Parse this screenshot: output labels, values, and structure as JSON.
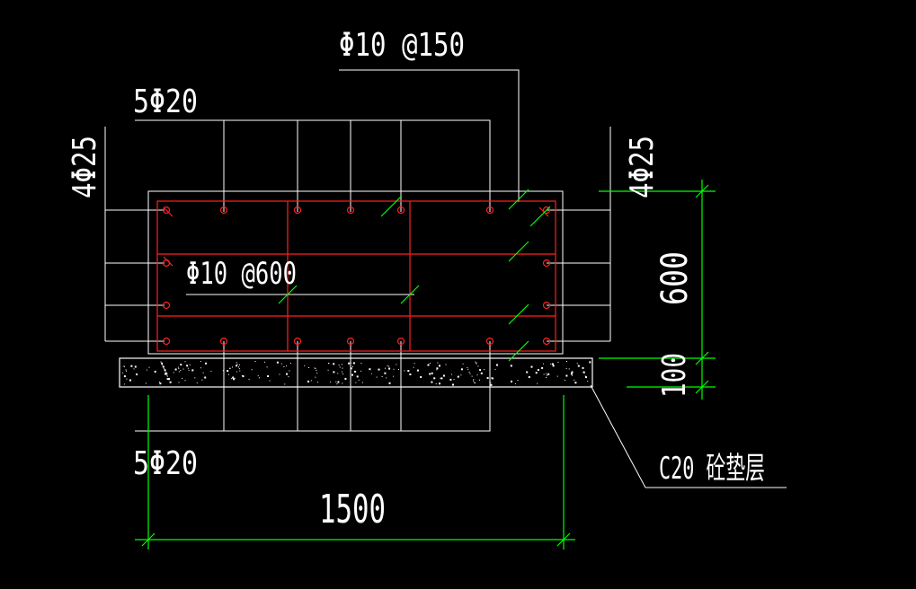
{
  "annotations": {
    "stirrup_top": "Φ10 @150",
    "top_bars": "5Φ20",
    "left_side_bars": "4Φ25",
    "right_side_bars": "4Φ25",
    "tie_bar": "Φ10 @600",
    "bottom_bars": "5Φ20",
    "dim_height": "600",
    "dim_cushion": "100",
    "dim_width": "1500",
    "cushion_label": "C20 砼垫层"
  },
  "colors": {
    "background": "#000000",
    "outline": "#ffffff",
    "rebar": "#ff2020",
    "dimension": "#00ff00"
  }
}
